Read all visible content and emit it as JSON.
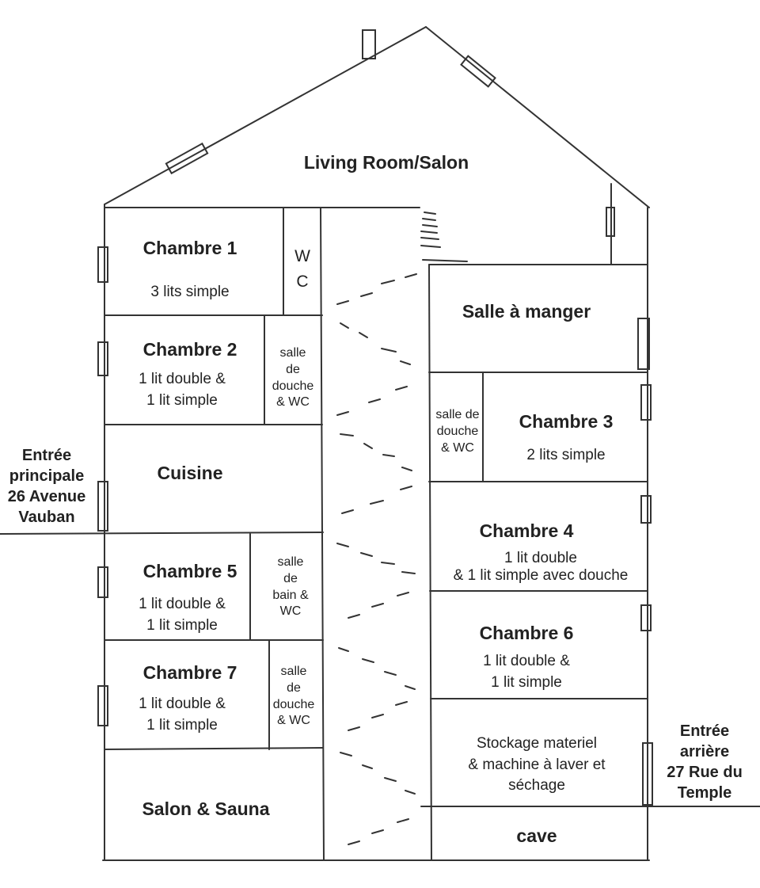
{
  "attic": {
    "label": "Living Room/Salon"
  },
  "left_rooms": {
    "chambre1": {
      "name": "Chambre 1",
      "beds": "3 lits simple"
    },
    "wc_top": {
      "line1": "W",
      "line2": "C"
    },
    "chambre2": {
      "name": "Chambre 2",
      "beds_line1": "1 lit double &",
      "beds_line2": "1 lit simple"
    },
    "bath2": {
      "line1": "salle",
      "line2": "de",
      "line3": "douche",
      "line4": "& WC"
    },
    "cuisine": {
      "name": "Cuisine"
    },
    "chambre5": {
      "name": "Chambre 5",
      "beds_line1": "1 lit double &",
      "beds_line2": "1 lit simple"
    },
    "bath5": {
      "line1": "salle",
      "line2": "de",
      "line3": "bain  &",
      "line4": "WC"
    },
    "chambre7": {
      "name": "Chambre 7",
      "beds_line1": "1 lit double &",
      "beds_line2": "1 lit simple"
    },
    "bath7": {
      "line1": "salle",
      "line2": "de",
      "line3": "douche",
      "line4": "& WC"
    },
    "salon_sauna": {
      "name": "Salon & Sauna"
    }
  },
  "right_rooms": {
    "salle_a_manger": {
      "name": "Salle à manger"
    },
    "bath3": {
      "line1": "salle de",
      "line2": "douche",
      "line3": "& WC"
    },
    "chambre3": {
      "name": "Chambre 3",
      "beds": "2 lits simple"
    },
    "chambre4": {
      "name": "Chambre 4",
      "beds_line1": "1 lit double",
      "beds_line2": "& 1 lit simple avec douche"
    },
    "chambre6": {
      "name": "Chambre 6",
      "beds_line1": "1 lit double &",
      "beds_line2": "1 lit simple"
    },
    "storage": {
      "line1": "Stockage materiel",
      "line2": "& machine à laver et",
      "line3": "séchage"
    },
    "cave": {
      "name": "cave"
    }
  },
  "entrances": {
    "main": {
      "line1": "Entrée",
      "line2": "principale",
      "line3": "26 Avenue",
      "line4": "Vauban"
    },
    "rear": {
      "line1": "Entrée",
      "line2": "arrière",
      "line3": "27 Rue du",
      "line4": "Temple"
    }
  }
}
